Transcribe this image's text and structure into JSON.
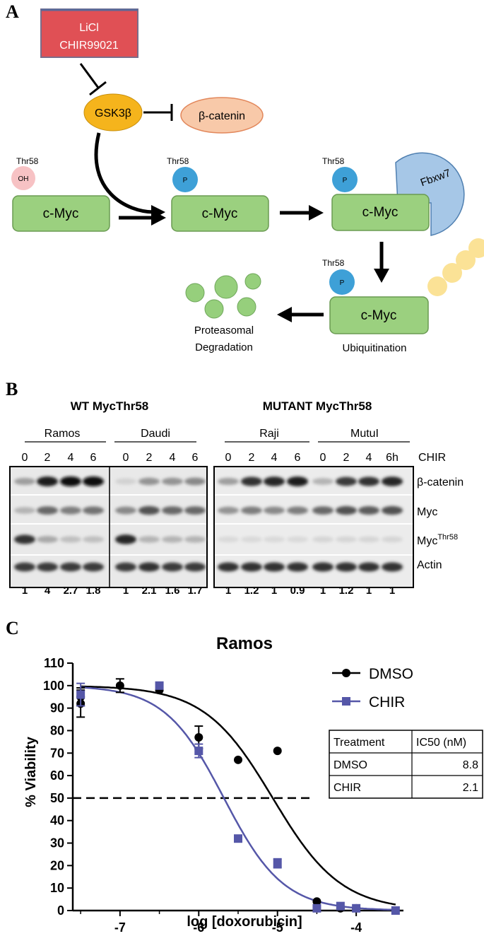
{
  "panels": {
    "a": "A",
    "b": "B",
    "c": "C"
  },
  "pathway": {
    "drug_box": {
      "line1": "LiCl",
      "line2": "CHIR99021"
    },
    "gsk": "GSK3β",
    "beta_catenin": "β-catenin",
    "thr58": "Thr58",
    "oh": "OH",
    "p": "P",
    "myc": "c-Myc",
    "fbxw7": "Fbxw7",
    "proteasomal_line1": "Proteasomal",
    "proteasomal_line2": "Degradation",
    "ubiquitination": "Ubiquitination",
    "colors": {
      "box": "#e05055",
      "gsk": "#f5b41c",
      "beta": "#f8c9a9",
      "myc": "#9bd07f",
      "p": "#3ea0d7",
      "oh": "#f7c2c4",
      "fbxw7": "#a6c7e7",
      "ub": "#fbe296",
      "prot": "#96cf7c"
    }
  },
  "blot": {
    "wt_title": "WT MycThr58",
    "mutant_title": "MUTANT MycThr58",
    "cell_lines": [
      "Ramos",
      "Daudi",
      "Raji",
      "MutuI"
    ],
    "timepoints": [
      "0",
      "2",
      "4",
      "6",
      "0",
      "2",
      "4",
      "6",
      "0",
      "2",
      "4",
      "6",
      "0",
      "2",
      "4",
      "6h"
    ],
    "chir_label": "CHIR",
    "rows": [
      "β-catenin",
      "Myc",
      "Myc",
      "Actin"
    ],
    "thr58_superscript": "Thr58",
    "quant": [
      "1",
      "4",
      "2.7",
      "1.8",
      "1",
      "2.1",
      "1.6",
      "1.7",
      "1",
      "1.2",
      "1",
      "0.9",
      "1",
      "1.2",
      "1",
      "1"
    ]
  },
  "chart_data": {
    "type": "scatter",
    "title": "Ramos",
    "xlabel": "log [doxorubicin]",
    "ylabel": "% Viability",
    "xlim": [
      -7.6,
      -3.4
    ],
    "ylim": [
      0,
      110
    ],
    "xticks": [
      "-7",
      "-6",
      "-5",
      "-4"
    ],
    "yticks": [
      "0",
      "10",
      "20",
      "30",
      "40",
      "50",
      "60",
      "70",
      "80",
      "90",
      "100",
      "110"
    ],
    "threshold": 50,
    "series": [
      {
        "name": "DMSO",
        "color": "#000000",
        "marker": "circle",
        "x": [
          -7.5,
          -7.5,
          -7.0,
          -6.5,
          -6.0,
          -5.5,
          -5.0,
          -4.5,
          -4.2,
          -4.0,
          -3.5
        ],
        "y": [
          92,
          95,
          100,
          98,
          77,
          67,
          71,
          4,
          1,
          1,
          0
        ],
        "err": [
          6,
          4,
          3,
          0,
          5,
          0,
          0,
          0,
          0,
          0,
          0
        ],
        "fit": {
          "top": 100,
          "bottom": 0,
          "logEC50": -5.06,
          "hill": 1.0
        }
      },
      {
        "name": "CHIR",
        "color": "#5557a8",
        "marker": "square",
        "x": [
          -7.5,
          -6.5,
          -6.0,
          -5.5,
          -5.0,
          -4.5,
          -4.2,
          -4.0,
          -3.5
        ],
        "y": [
          96,
          100,
          71,
          32,
          21,
          1,
          2,
          1,
          0
        ],
        "err": [
          5,
          0,
          3,
          0,
          2,
          0,
          0,
          0,
          0
        ],
        "fit": {
          "top": 100,
          "bottom": 0,
          "logEC50": -5.68,
          "hill": 1.15
        }
      }
    ],
    "table": {
      "headers": [
        "Treatment",
        "IC50 (nM)"
      ],
      "rows": [
        [
          "DMSO",
          "8.8"
        ],
        [
          "CHIR",
          "2.1"
        ]
      ]
    }
  }
}
